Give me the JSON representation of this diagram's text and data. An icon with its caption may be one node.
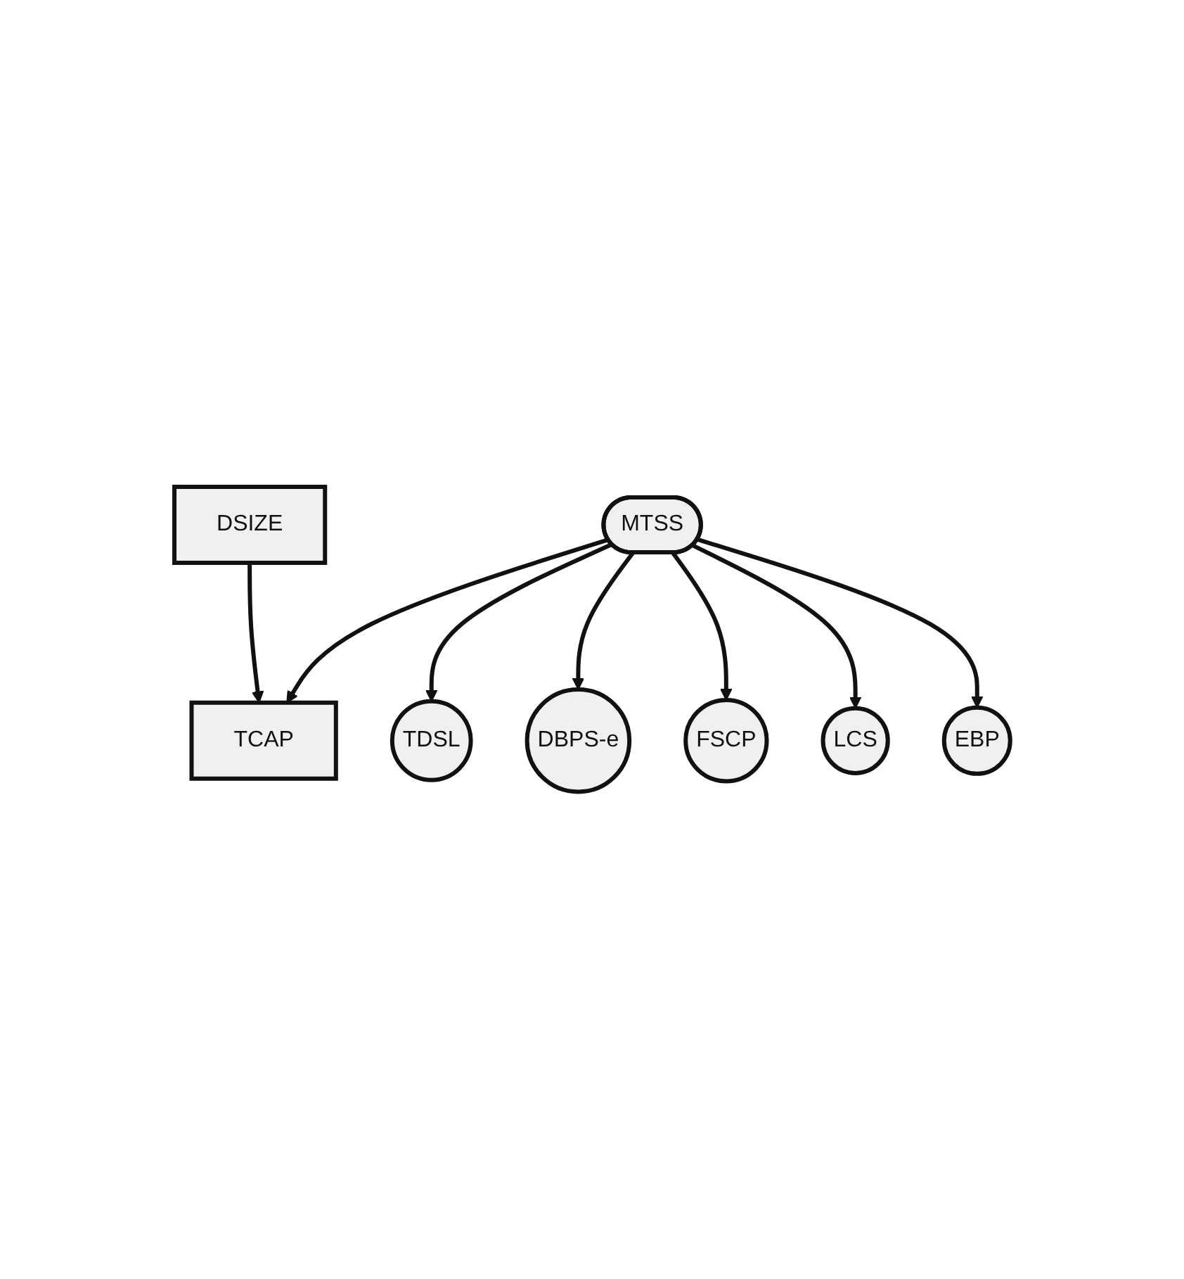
{
  "diagram": {
    "nodes": [
      {
        "text": [
          "TCAP"
        ]
      },
      {
        "text": [
          "DSIZE"
        ]
      },
      {
        "text": [
          "MTSS"
        ]
      },
      {
        "text": [
          "TDSL"
        ]
      },
      {
        "text": [
          "DBPS-e"
        ]
      },
      {
        "text": [
          "FSCP"
        ]
      },
      {
        "text": [
          "LCS"
        ]
      },
      {
        "text": [
          "EBP"
        ]
      }
    ],
    "edges": [
      {
        "from": 1,
        "to": 0,
        "arrow": "to"
      },
      {
        "from": 2,
        "to": 0,
        "arrow": "to"
      },
      {
        "from": 2,
        "to": 3,
        "arrow": "to"
      },
      {
        "from": 2,
        "to": 4,
        "arrow": "to"
      },
      {
        "from": 2,
        "to": 5,
        "arrow": "to"
      },
      {
        "from": 2,
        "to": 6,
        "arrow": "to"
      },
      {
        "from": 2,
        "to": 7,
        "arrow": "to"
      }
    ]
  }
}
